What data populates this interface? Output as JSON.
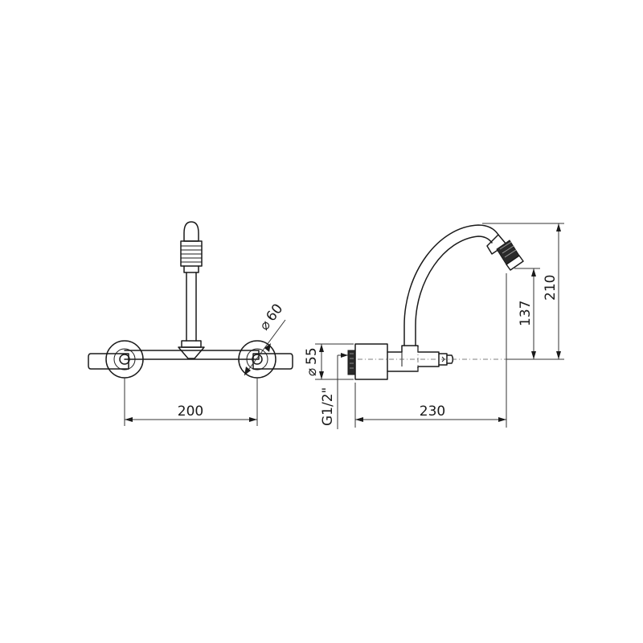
{
  "dimensions": {
    "front_width": "200",
    "side_depth": "230",
    "total_height": "210",
    "outlet_height": "137",
    "rosette_diameter": "60",
    "body_diameter": "55",
    "thread": "G1/2\"",
    "diameter_symbol": "⌀"
  }
}
